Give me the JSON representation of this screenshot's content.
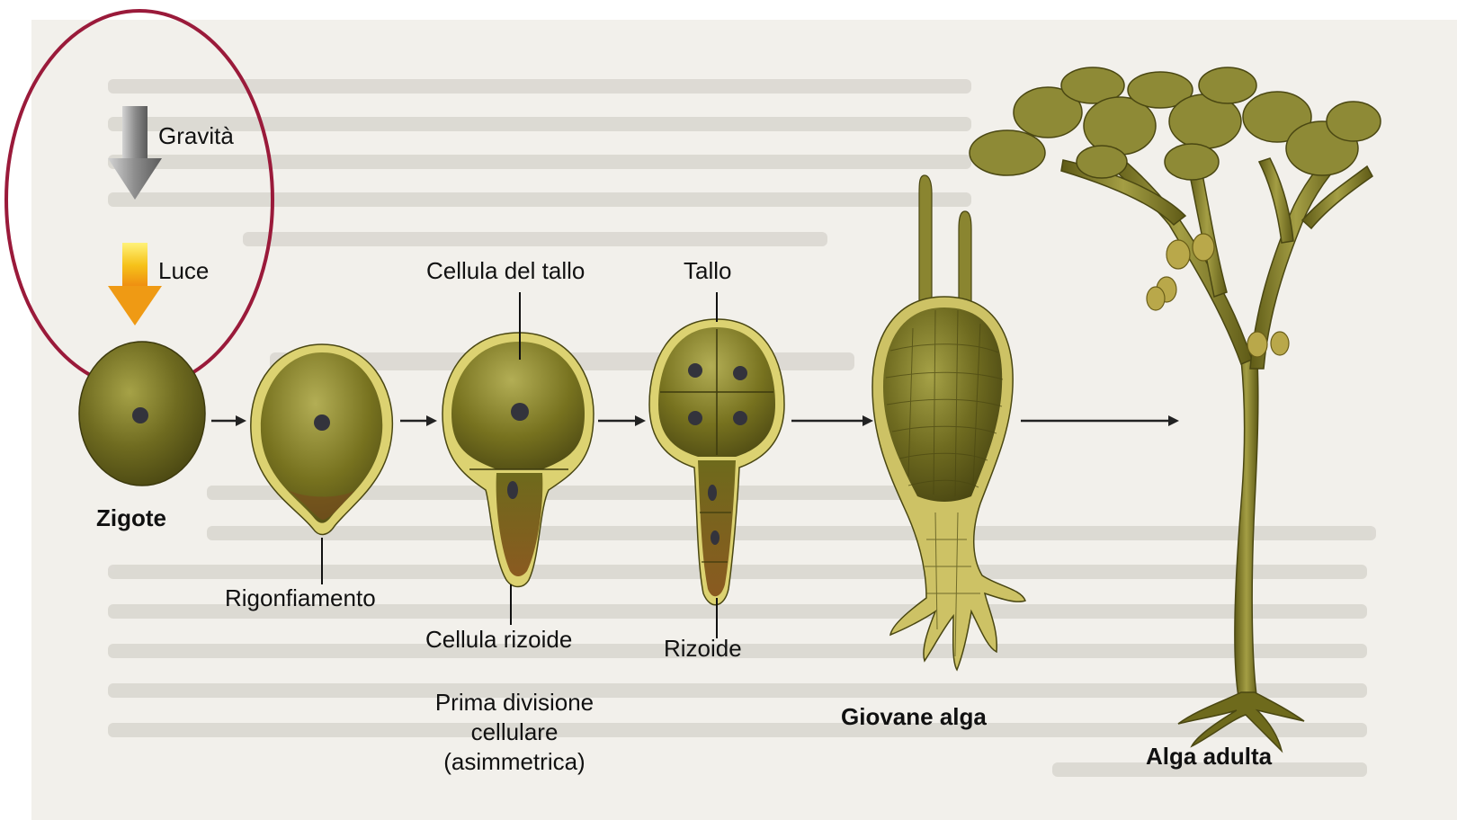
{
  "legend": {
    "gravity_label": "Gravità",
    "light_label": "Luce"
  },
  "stages": {
    "zygote": "Zigote",
    "bulge": "Rigonfiamento",
    "stalk_cell": "Cellula del tallo",
    "rhizoid_cell": "Cellula rizoide",
    "first_division": [
      "Prima divisione",
      "cellulare",
      "(asimmetrica)"
    ],
    "thallus": "Tallo",
    "rhizoid": "Rizoide",
    "young_alga": "Giovane alga",
    "adult_alga": "Alga adulta"
  },
  "colors": {
    "cell_fill": "#6e6a1c",
    "cell_rim": "#d8cf6a",
    "nucleus": "#3a3a44",
    "highlight_circle": "#9a1a3a",
    "gravity_arrow": "#8a8a8a",
    "light_arrow": "#f0a418",
    "background_page": "#f1efea"
  }
}
